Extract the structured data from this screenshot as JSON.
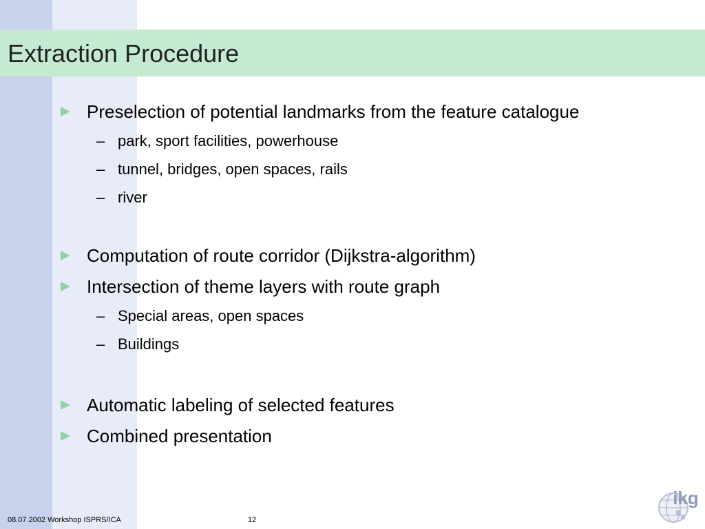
{
  "slide": {
    "title": "Extraction Procedure",
    "bullets": [
      {
        "text": "Preselection of potential landmarks from the feature catalogue",
        "subitems": [
          "park, sport facilities, powerhouse",
          "tunnel, bridges, open spaces, rails",
          "river"
        ]
      },
      {
        "text": "Computation of route corridor (Dijkstra-algorithm)",
        "subitems": []
      },
      {
        "text": "Intersection of theme layers with route graph",
        "subitems": [
          "Special areas, open spaces",
          "Buildings"
        ]
      },
      {
        "text": "Automatic labeling of selected features",
        "subitems": []
      },
      {
        "text": "Combined presentation",
        "subitems": []
      }
    ],
    "sub_marker": "–"
  },
  "footer": {
    "left": "08.07.2002 Workshop ISPRS/ICA",
    "page": "12"
  },
  "logo": {
    "text": "ikg",
    "icon": "globe-icon"
  },
  "colors": {
    "title_band": "#c5ead2",
    "stripe_dark": "#c8d2ec",
    "stripe_light": "#e8ecf8",
    "bullet_arrow": "#8fd3a5"
  }
}
